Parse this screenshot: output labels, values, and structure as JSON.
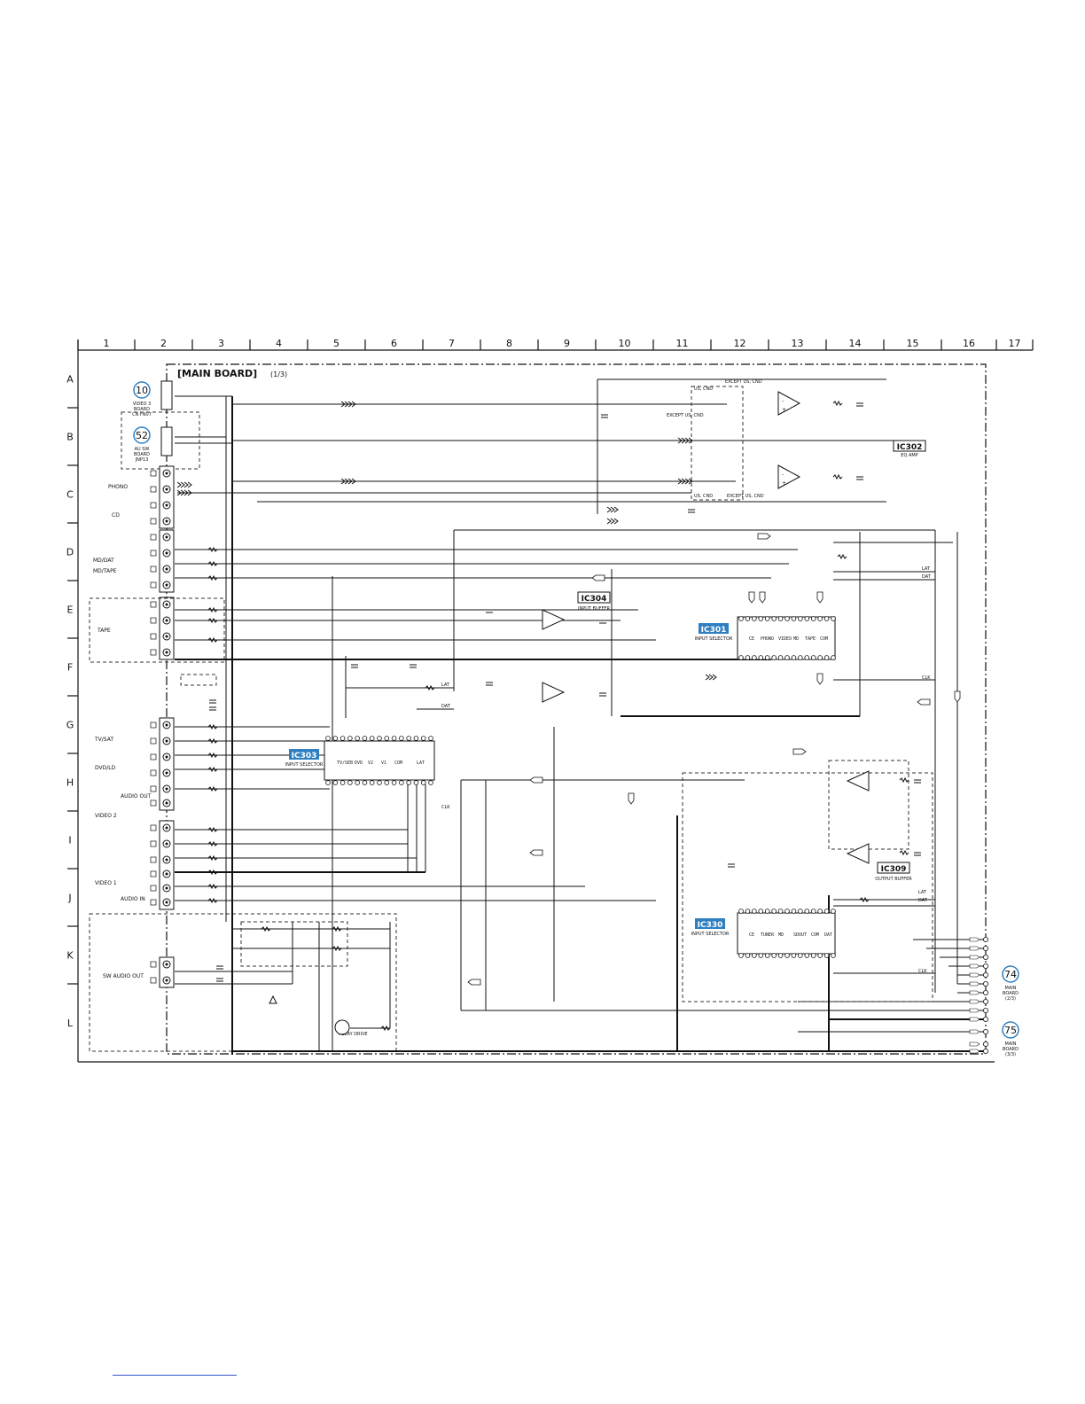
{
  "board_title": "[MAIN BOARD]",
  "board_page": "(1/3)",
  "column_labels": [
    "1",
    "2",
    "3",
    "4",
    "5",
    "6",
    "7",
    "8",
    "9",
    "10",
    "11",
    "12",
    "13",
    "14",
    "15",
    "16",
    "17"
  ],
  "row_labels": [
    "A",
    "B",
    "C",
    "D",
    "E",
    "F",
    "G",
    "H",
    "I",
    "J",
    "K",
    "L"
  ],
  "ic_blocks": [
    {
      "ref": "IC302",
      "desc": "EQ AMP",
      "highlight": false
    },
    {
      "ref": "IC304",
      "desc": "INPUT BUFFER",
      "highlight": false
    },
    {
      "ref": "IC301",
      "desc": "INPUT SELECTOR",
      "highlight": true
    },
    {
      "ref": "IC303",
      "desc": "INPUT SELECTOR",
      "highlight": true
    },
    {
      "ref": "IC309",
      "desc": "OUTPUT BUFFER",
      "highlight": false
    },
    {
      "ref": "IC330",
      "desc": "INPUT SELECTOR",
      "highlight": true
    }
  ],
  "connectors": [
    {
      "num": "10",
      "label": "VIDEO 3 BOARD CN FN07"
    },
    {
      "num": "52",
      "label": "AU SW BOARD JNP13"
    },
    {
      "num": "74",
      "label": "MAIN BOARD (2/3)"
    },
    {
      "num": "75",
      "label": "MAIN BOARD (3/3)"
    }
  ],
  "jack_labels": [
    "PHONO",
    "CD",
    "MD/DAT",
    "MD/TAPE",
    "TAPE",
    "TV/SAT",
    "DVD/LD",
    "VIDEO 2",
    "AUDIO OUT",
    "VIDEO 1",
    "AUDIO IN",
    "SW AUDIO OUT"
  ],
  "net_labels": [
    "LAT",
    "DAT",
    "CLK"
  ],
  "notes": [
    "EXCEPT US, CND",
    "US, CND",
    "RELAY DRIVE"
  ]
}
